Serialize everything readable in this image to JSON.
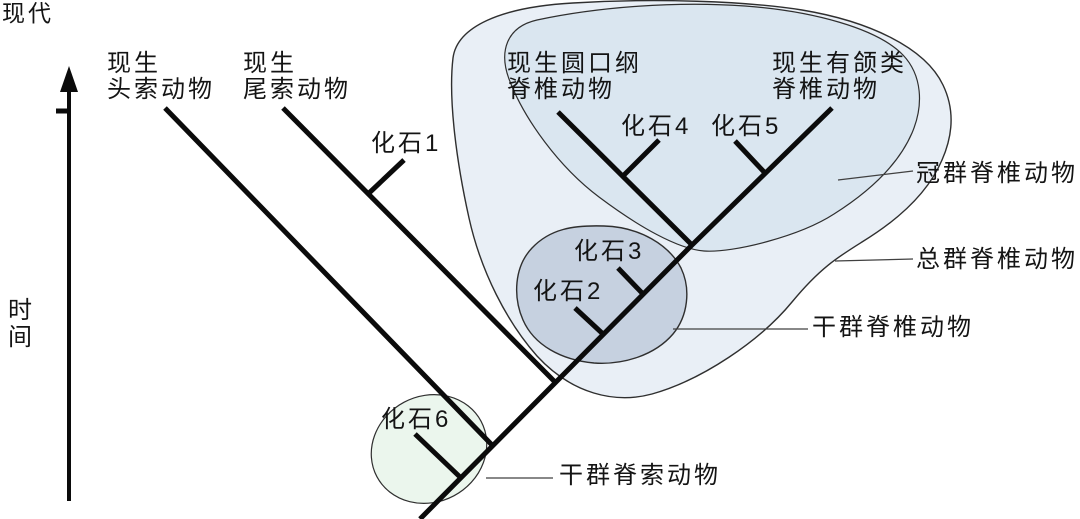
{
  "axis": {
    "top_label": "现代",
    "axis_label": "时间"
  },
  "taxa": {
    "cephalochordata": "现生\n头索动物",
    "urochordata": "现生\n尾索动物",
    "cyclostomata": "现生圆口纲\n脊椎动物",
    "gnathostomata": "现生有颌类\n脊椎动物"
  },
  "fossils": {
    "f1": "化石1",
    "f2": "化石2",
    "f3": "化石3",
    "f4": "化石4",
    "f5": "化石5",
    "f6": "化石6"
  },
  "groups": {
    "crown_vertebrate": {
      "label": "冠群脊椎动物",
      "color": "#dae6f0"
    },
    "total_vertebrate": {
      "label": "总群脊椎动物",
      "color": "#e9eff6"
    },
    "stem_vertebrate": {
      "label": "干群脊椎动物",
      "color": "#c6d1e0"
    },
    "stem_chordate": {
      "label": "干群脊索动物",
      "color": "#ebf6ed"
    }
  },
  "colors": {
    "tree_line": "#0b0b0b",
    "leader_line": "#404040",
    "blob_stroke": "#2f2f2f",
    "text": "#141414",
    "background": "#ffffff"
  }
}
